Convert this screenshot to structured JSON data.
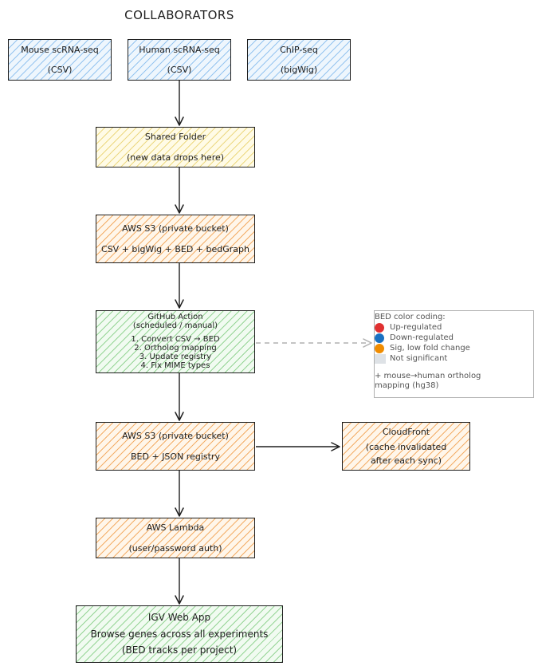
{
  "title": "COLLABORATORS",
  "nodes": {
    "mouse": {
      "line1": "Mouse scRNA-seq",
      "line2": "(CSV)"
    },
    "human": {
      "line1": "Human scRNA-seq",
      "line2": "(CSV)"
    },
    "chip": {
      "line1": "ChIP-seq",
      "line2": "(bigWig)"
    },
    "shared": {
      "line1": "Shared Folder",
      "line2": "(new data drops here)"
    },
    "s3_raw": {
      "line1": "AWS S3 (private bucket)",
      "line2": "CSV + bigWig + BED + bedGraph"
    },
    "gha": {
      "line1": "GitHub Action",
      "line2": "(scheduled / manual)",
      "steps": [
        "1. Convert CSV → BED",
        "2. Ortholog mapping",
        "3. Update registry",
        "4. Fix MIME types"
      ]
    },
    "s3_bed": {
      "line1": "AWS S3 (private bucket)",
      "line2": "BED + JSON registry"
    },
    "cloudfront": {
      "line1": "CloudFront",
      "line2": "(cache invalidated",
      "line3": "after each sync)"
    },
    "lambda": {
      "line1": "AWS Lambda",
      "line2": "(user/password auth)"
    },
    "igv": {
      "line1": "IGV Web App",
      "line2": "Browse genes across all experiments",
      "line3": "(BED tracks per project)"
    }
  },
  "legend": {
    "heading": "BED color coding:",
    "items": [
      {
        "label": "Up-regulated",
        "color": "#e03131"
      },
      {
        "label": "Down-regulated",
        "color": "#1971c2"
      },
      {
        "label": "Sig, low fold change",
        "color": "#f08c00"
      },
      {
        "label": "Not significant",
        "color": "#dee2e6"
      }
    ],
    "note": "+ mouse→human ortholog mapping (hg38)"
  },
  "colors": {
    "blue": "#a5d8ff",
    "yellow": "#ffec99",
    "orange": "#ffc078",
    "green": "#b2f2bb",
    "stroke": "#1e1e1e",
    "dashed": "#b0b0b0"
  }
}
